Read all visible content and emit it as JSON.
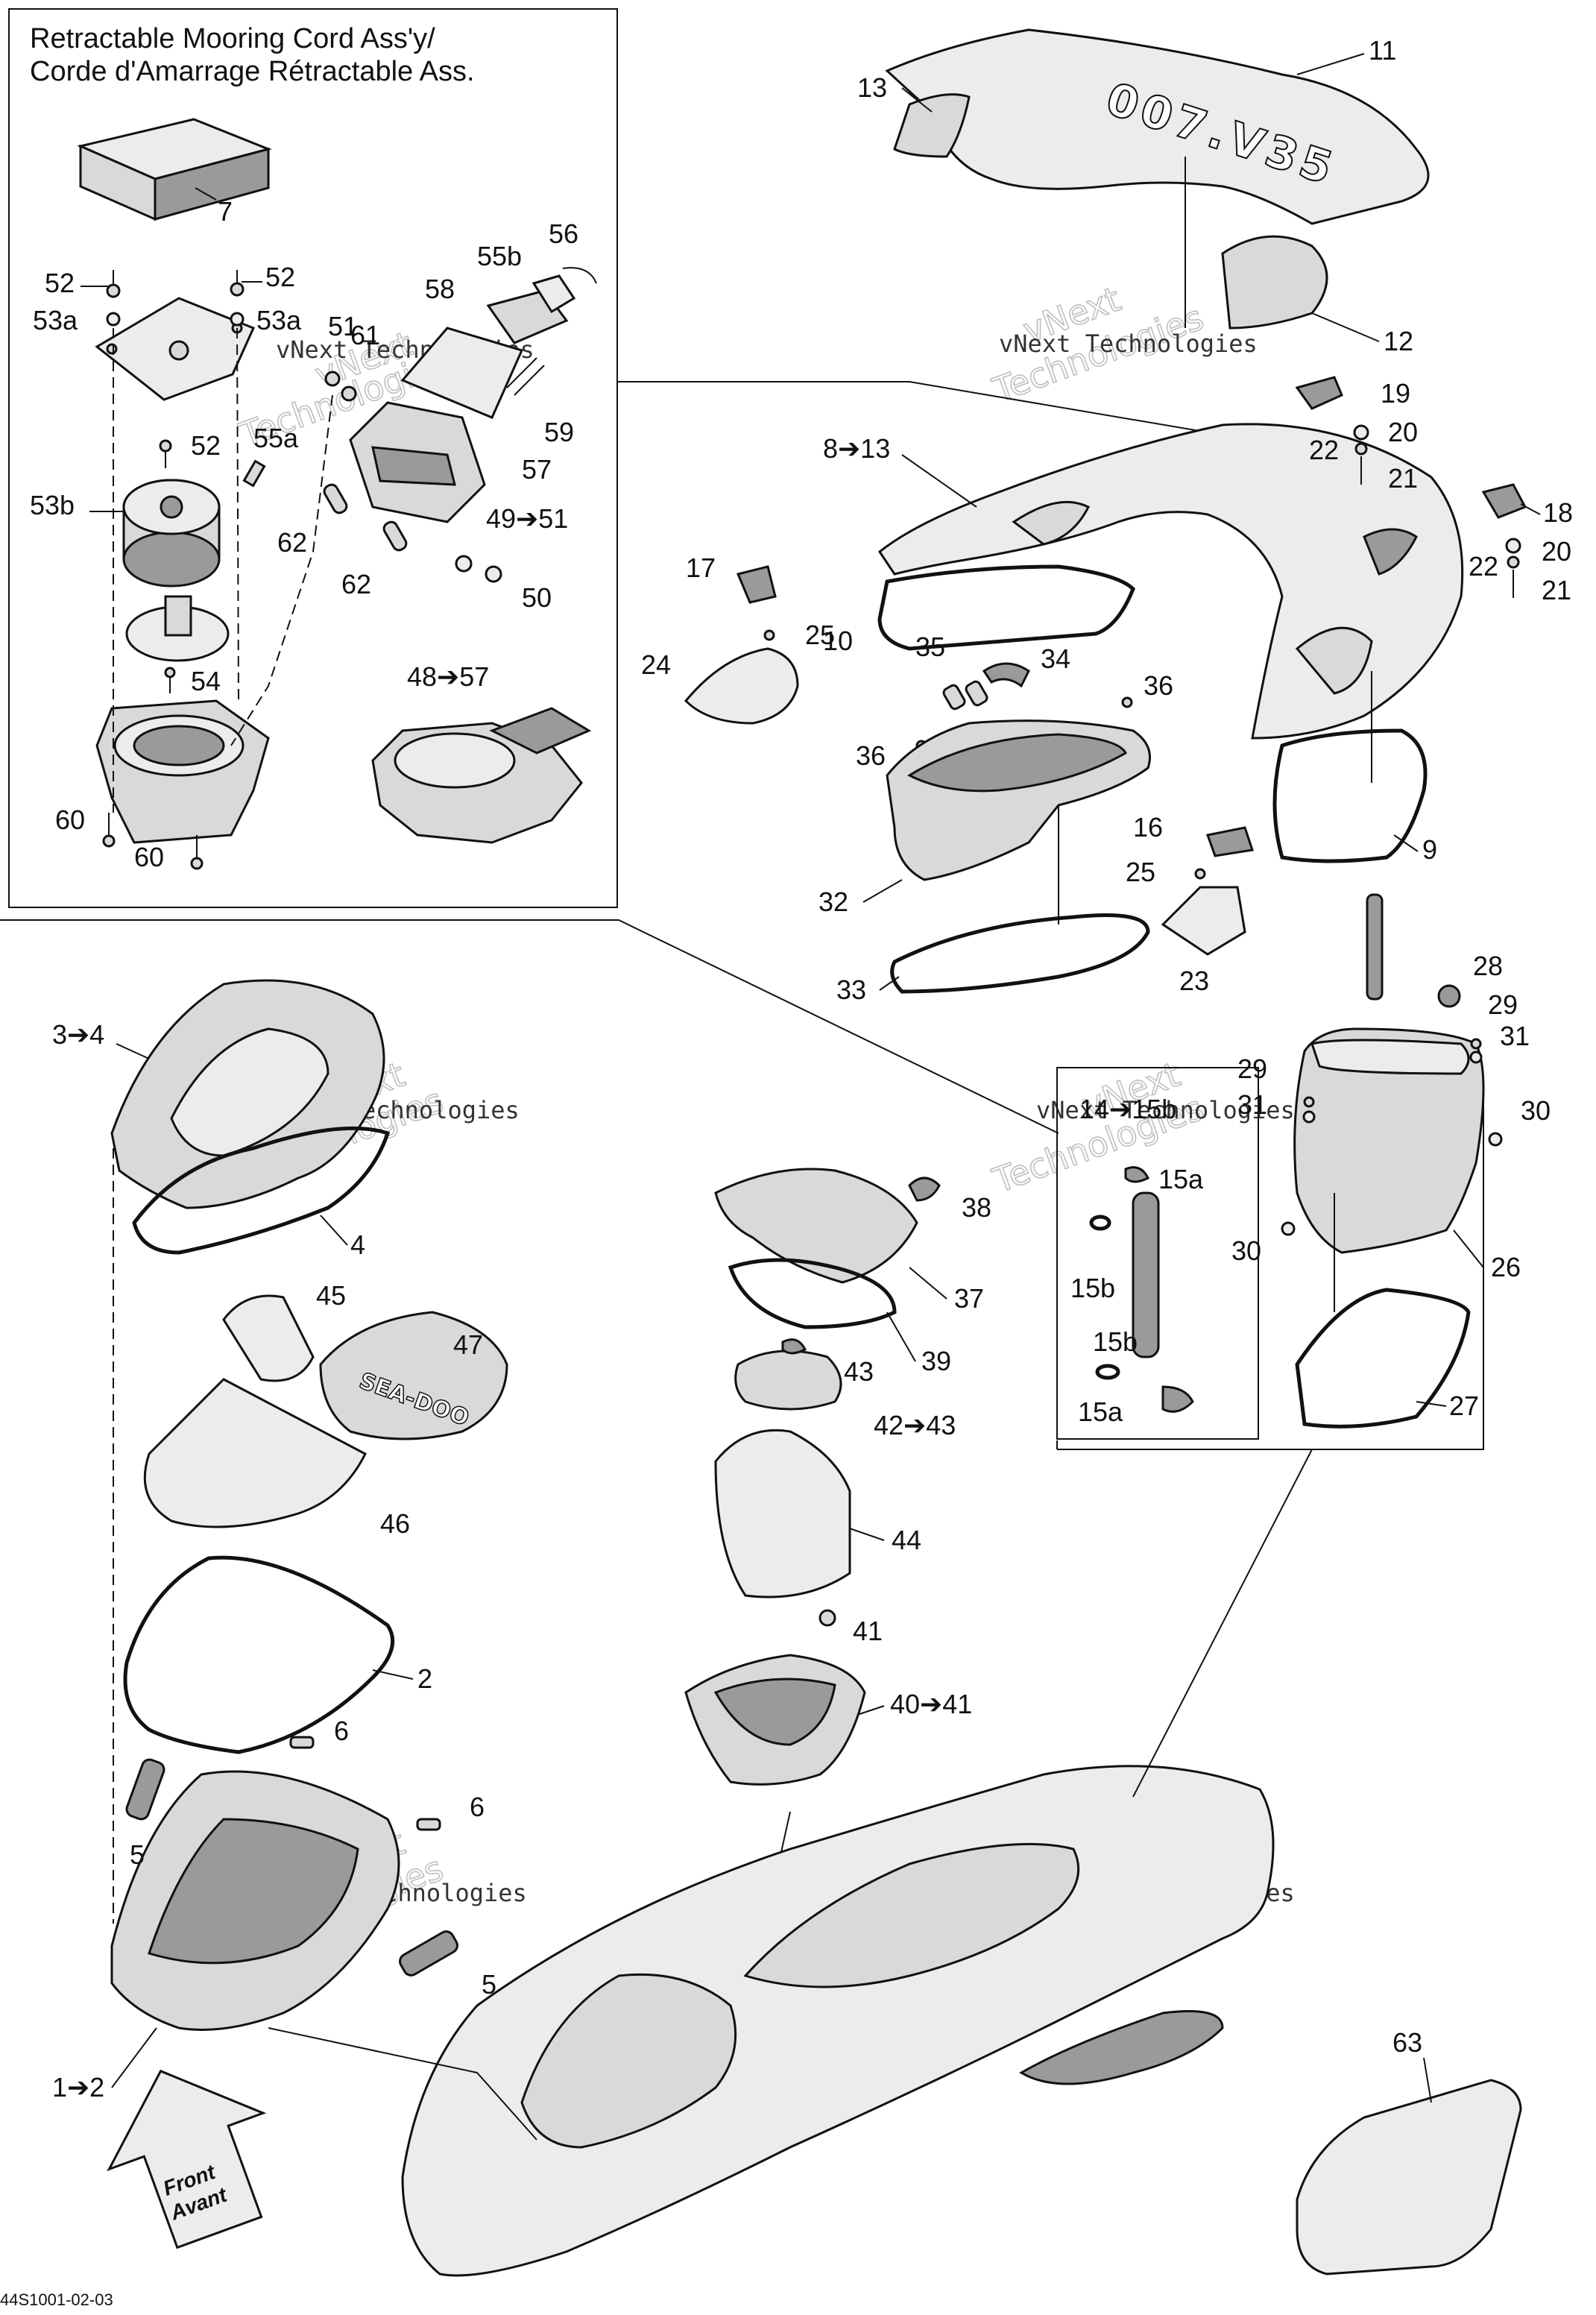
{
  "inset": {
    "title_line1": "Retractable Mooring Cord Ass'y/",
    "title_line2": "Corde d'Amarrage Rétractable Ass."
  },
  "watermark": {
    "brand_a": "vNext",
    "brand_b": "Technologies",
    "brand_full": "vNext Technologies"
  },
  "logos": {
    "decal_text": "007.V35",
    "cover_text": "SEA-DOO"
  },
  "front_arrow": {
    "line1": "Front",
    "line2": "Avant"
  },
  "figure_code": "44S1001-02-03",
  "callouts": {
    "c7": "7",
    "c52a": "52",
    "c52b": "52",
    "c53a_l": "53a",
    "c53a_r": "53a",
    "c51": "51",
    "c61": "61",
    "c58": "58",
    "c55b": "55b",
    "c56": "56",
    "c52c": "52",
    "c55a": "55a",
    "c53b": "53b",
    "c59": "59",
    "c57": "57",
    "c62a": "62",
    "c62b": "62",
    "c49": "49➔51",
    "c50": "50",
    "c54": "54",
    "c48": "48➔57",
    "c60a": "60",
    "c60b": "60",
    "c13": "13",
    "c11": "11",
    "c12": "12",
    "c19": "19",
    "c20a": "20",
    "c22a": "22",
    "c21a": "21",
    "c8": "8➔13",
    "c18": "18",
    "c22b": "22",
    "c20b": "20",
    "c21b": "21",
    "c17": "17",
    "c25a": "25",
    "c24": "24",
    "c10": "10",
    "c35": "35",
    "c34": "34",
    "c36a": "36",
    "c36b": "36",
    "c16": "16",
    "c25b": "25",
    "c9": "9",
    "c32": "32",
    "c23": "23",
    "c33": "33",
    "c28": "28",
    "c29a": "29",
    "c31a": "31",
    "c29b": "29",
    "c31b": "31",
    "c30a": "30",
    "c30b": "30",
    "c26": "26",
    "c27": "27",
    "c14": "14➔15b",
    "c15a_t": "15a",
    "c15b_t": "15b",
    "c15b_b": "15b",
    "c15a_b": "15a",
    "c3": "3➔4",
    "c4": "4",
    "c45": "45",
    "c47": "47",
    "c46": "46",
    "c2": "2",
    "c6a": "6",
    "c6b": "6",
    "c5a": "5",
    "c5b": "5",
    "c1": "1➔2",
    "c38": "38",
    "c37": "37",
    "c39": "39",
    "c43": "43",
    "c42": "42➔43",
    "c44": "44",
    "c41": "41",
    "c40": "40➔41",
    "c63": "63"
  }
}
